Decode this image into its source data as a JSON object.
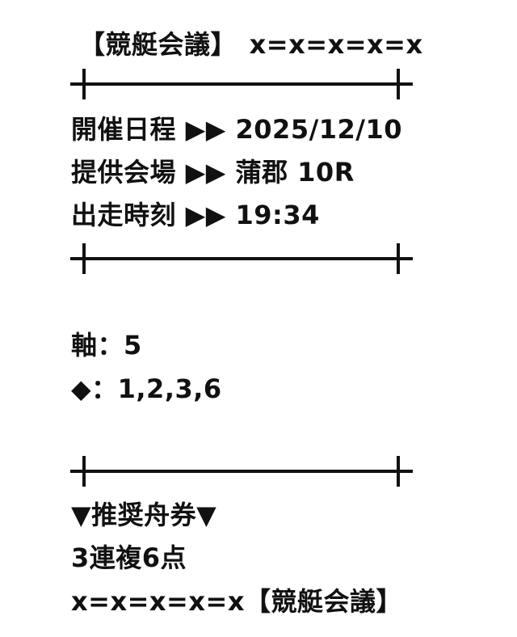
{
  "header": {
    "brand": "【競艇会議】",
    "mask": "x=x=x=x=x"
  },
  "info": [
    {
      "label": "開催日程",
      "arrow": "▶▶",
      "value": "2025/12/10"
    },
    {
      "label": "提供会場",
      "arrow": "▶▶",
      "value": "蒲郡 10R"
    },
    {
      "label": "出走時刻",
      "arrow": "▶▶",
      "value": "19:34"
    }
  ],
  "picks": {
    "axis_label": "軸：",
    "axis_value": "5",
    "partner_label": "◆：",
    "partner_value": "1,2,3,6"
  },
  "recommend": {
    "title": "▼推奨舟券▼",
    "ticket": "3連複6点"
  },
  "footer": {
    "mask": "x=x=x=x=x",
    "brand": "【競艇会議】"
  }
}
